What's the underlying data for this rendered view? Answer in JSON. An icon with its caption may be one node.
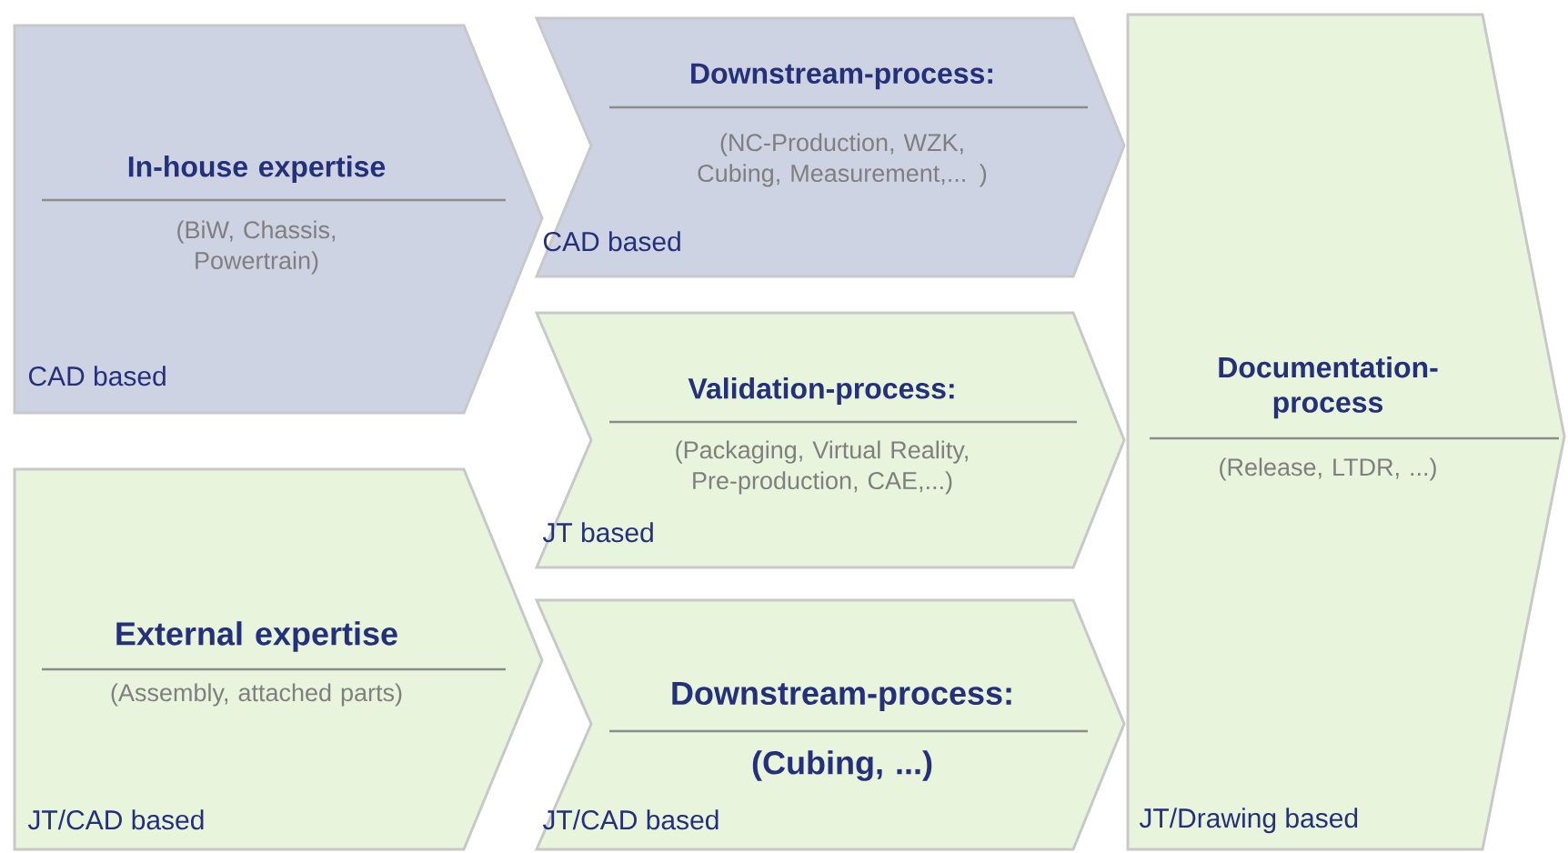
{
  "diagram": {
    "nodes": [
      {
        "text": [
          "In-house expertise",
          "(BiW, Chassis, Powertrain)",
          "CAD based"
        ]
      },
      {
        "text": [
          "Downstream-process:",
          "(NC-Production, WZK, Cubing, Measurement,... )",
          "CAD based"
        ]
      },
      {
        "text": [
          "Validation-process:",
          "(Packaging, Virtual Reality, Pre-production, CAE,...)",
          "JT based"
        ]
      },
      {
        "text": [
          "External expertise",
          "(Assembly, attached parts)",
          "JT/CAD based"
        ]
      },
      {
        "text": [
          "Downstream-process:",
          "(Cubing, ...)",
          "JT/CAD based"
        ]
      },
      {
        "text": [
          "Documentation-process",
          "(Release, LTDR, ...)",
          "JT/Drawing based"
        ]
      }
    ]
  }
}
